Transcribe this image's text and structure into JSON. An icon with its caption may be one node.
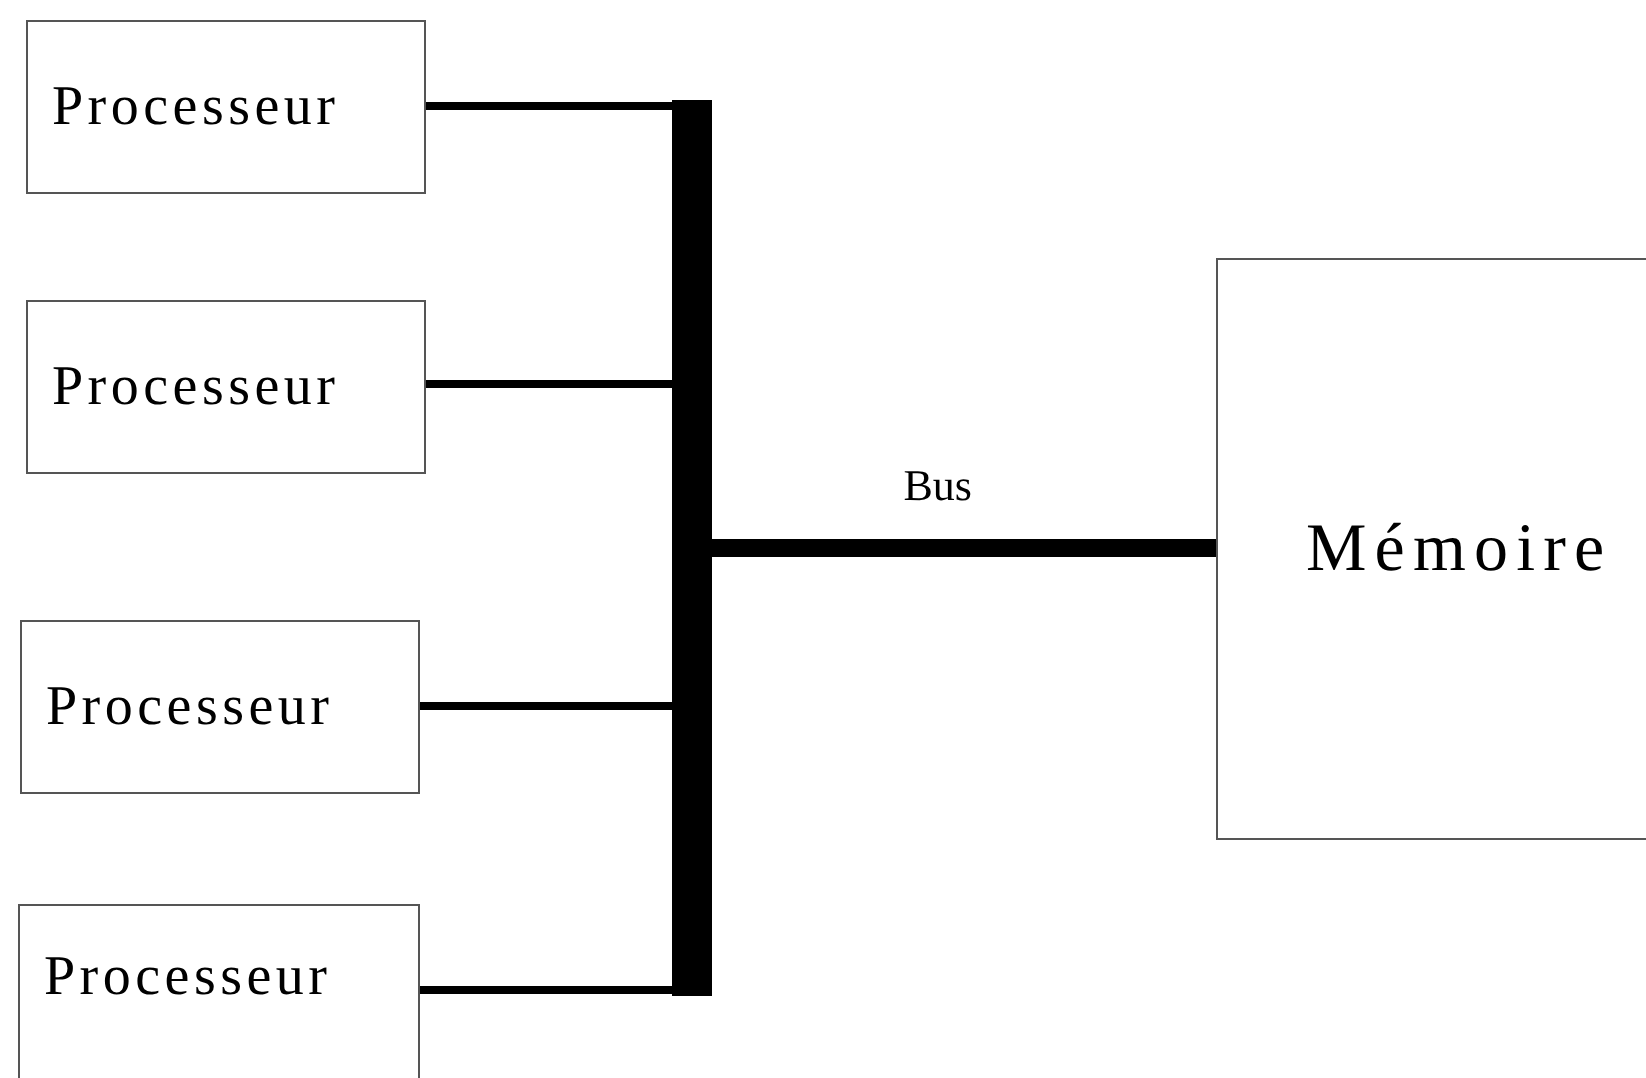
{
  "diagram": {
    "nodes": [
      {
        "text": [
          "Processeur"
        ]
      },
      {
        "text": [
          "Processeur"
        ]
      },
      {
        "text": [
          "Processeur"
        ]
      },
      {
        "text": [
          "Processeur"
        ]
      },
      {
        "text": [],
        "shape": "bar"
      },
      {
        "text": [
          "Mémoire"
        ]
      }
    ],
    "edges": [
      {
        "from": 0,
        "to": 4,
        "arrow": "none"
      },
      {
        "from": 1,
        "to": 4,
        "arrow": "none"
      },
      {
        "from": 2,
        "to": 4,
        "arrow": "none"
      },
      {
        "from": 3,
        "to": 4,
        "arrow": "none"
      },
      {
        "from": 4,
        "to": 5,
        "arrow": "none",
        "label": "Bus",
        "style": "thick"
      }
    ]
  }
}
